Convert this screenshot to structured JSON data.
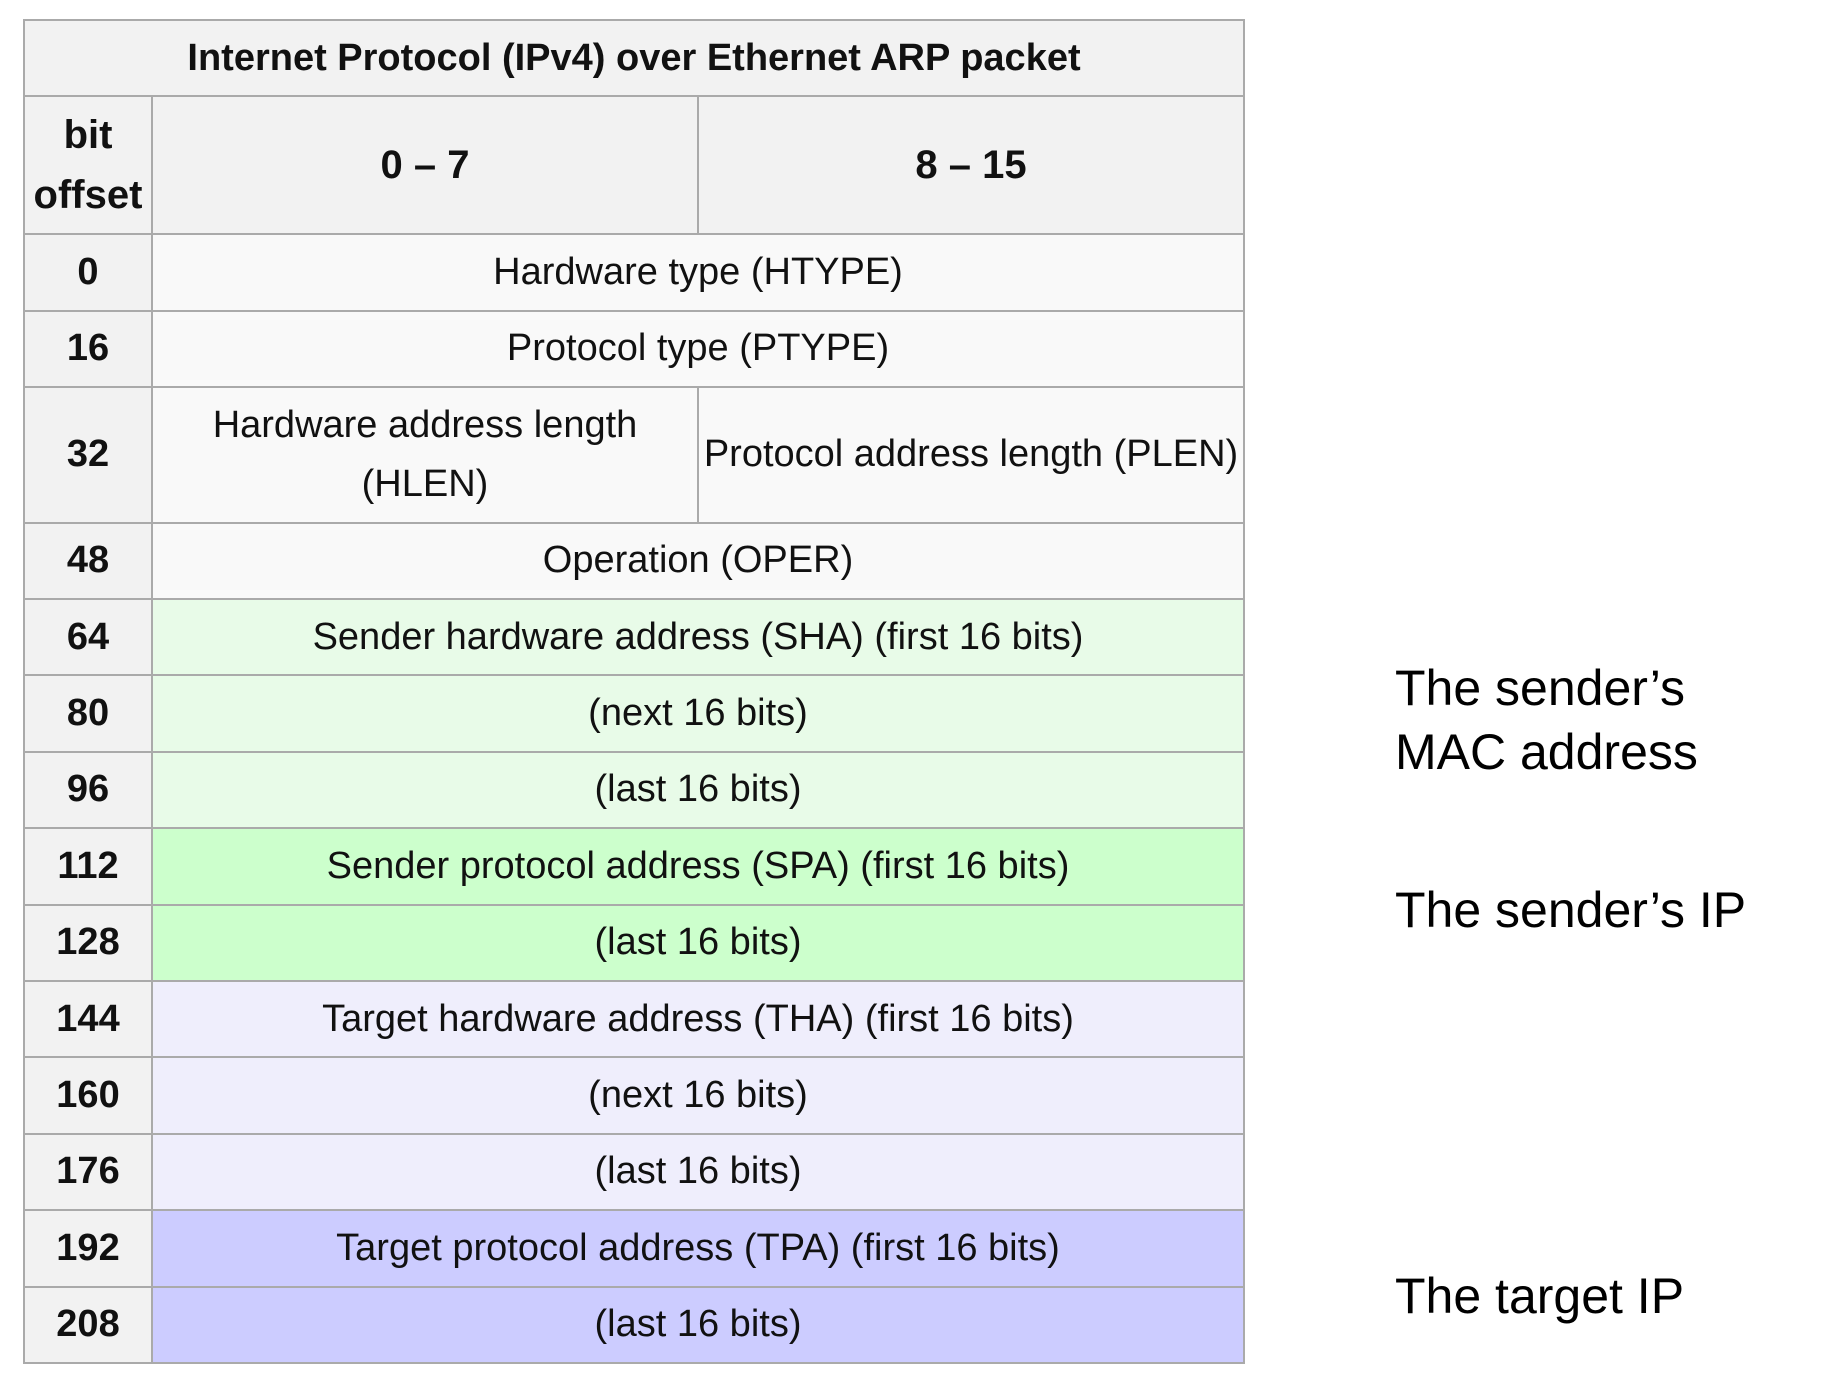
{
  "table": {
    "caption": "Internet Protocol (IPv4) over Ethernet ARP packet",
    "header": {
      "offset": "bit offset",
      "col1": "0 – 7",
      "col2": "8 – 15"
    },
    "rows": [
      {
        "offset": "0",
        "field": "Hardware type (HTYPE)",
        "bg": "#f9f9f9"
      },
      {
        "offset": "16",
        "field": "Protocol type (PTYPE)",
        "bg": "#f9f9f9"
      },
      {
        "offset": "32",
        "left": "Hardware address length (HLEN)",
        "right": "Protocol address length (PLEN)",
        "bg": "#f9f9f9"
      },
      {
        "offset": "48",
        "field": "Operation (OPER)",
        "bg": "#f9f9f9"
      },
      {
        "offset": "64",
        "field": "Sender hardware address (SHA) (first 16 bits)",
        "bg": "#e8fbe8"
      },
      {
        "offset": "80",
        "field": "(next 16 bits)",
        "bg": "#e8fbe8"
      },
      {
        "offset": "96",
        "field": "(last 16 bits)",
        "bg": "#e8fbe8"
      },
      {
        "offset": "112",
        "field": "Sender protocol address (SPA) (first 16 bits)",
        "bg": "#ccffcc"
      },
      {
        "offset": "128",
        "field": "(last 16 bits)",
        "bg": "#ccffcc"
      },
      {
        "offset": "144",
        "field": "Target hardware address (THA) (first 16 bits)",
        "bg": "#efeefc"
      },
      {
        "offset": "160",
        "field": "(next 16 bits)",
        "bg": "#efeefc"
      },
      {
        "offset": "176",
        "field": "(last 16 bits)",
        "bg": "#efeefc"
      },
      {
        "offset": "192",
        "field": "Target protocol address (TPA) (first 16 bits)",
        "bg": "#ccccff"
      },
      {
        "offset": "208",
        "field": "(last 16 bits)",
        "bg": "#ccccff"
      }
    ]
  },
  "annotations": {
    "sender_mac": "The sender’s MAC address",
    "sender_ip": "The sender’s IP",
    "target_ip": "The target IP"
  }
}
